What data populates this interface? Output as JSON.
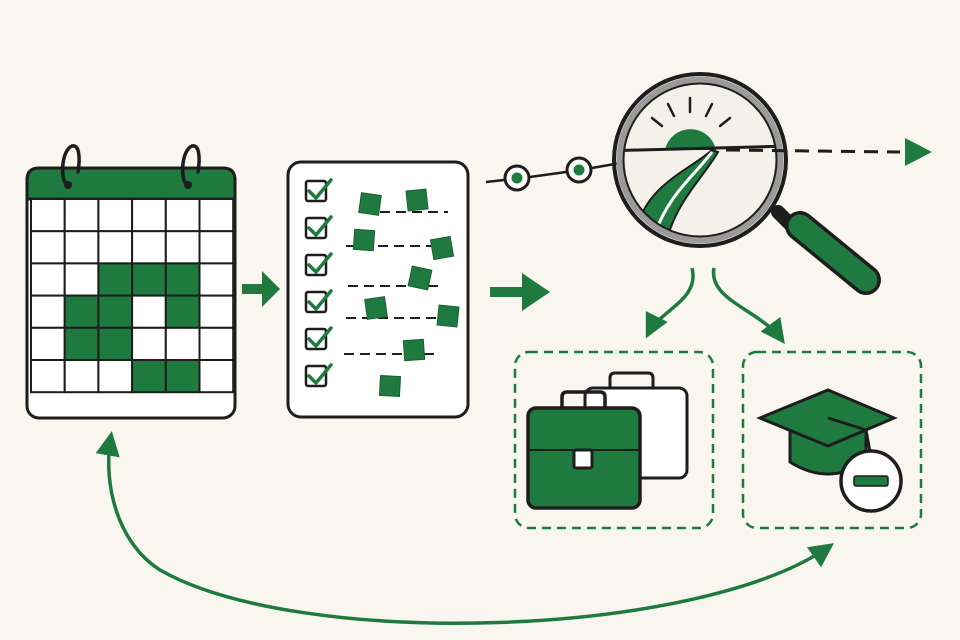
{
  "colors": {
    "background": "#f8f6ef",
    "green": "#1f7a3f",
    "dark_green": "#16612f",
    "ink": "#1d1d1d",
    "paper": "#ffffff",
    "lens_bg": "#f3f1ea"
  },
  "icons": [
    "calendar-icon",
    "checklist-icon",
    "timeline-icon",
    "magnifying-glass-icon",
    "sunrise-icon",
    "road-icon",
    "briefcase-icon",
    "graduation-cap-icon",
    "minus-icon"
  ],
  "calendar": {
    "rows": 6,
    "cols": 6,
    "filled_cells": [
      [
        2,
        2
      ],
      [
        2,
        3
      ],
      [
        2,
        4
      ],
      [
        3,
        1
      ],
      [
        3,
        2
      ],
      [
        3,
        4
      ],
      [
        4,
        1
      ],
      [
        4,
        2
      ],
      [
        5,
        3
      ],
      [
        5,
        4
      ]
    ]
  },
  "checklist": {
    "items_count": 6,
    "all_checked": true
  },
  "timeline": {
    "nodes_count": 2
  },
  "branches": [
    "career-option",
    "education-option"
  ]
}
